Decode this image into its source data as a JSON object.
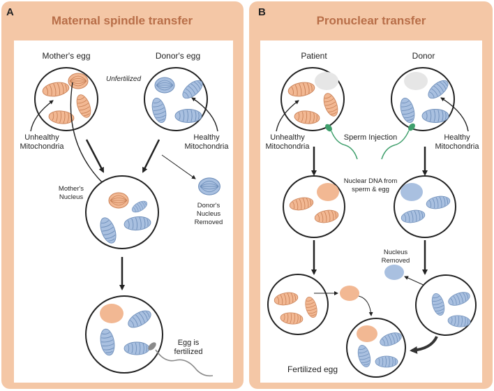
{
  "colors": {
    "panel_bg": "#f4c7a6",
    "panel_title": "#b86e48",
    "inner_bg": "#ffffff",
    "maternal_fill": "#f2b893",
    "maternal_stroke": "#c98056",
    "donor_fill": "#a9c0e0",
    "donor_stroke": "#6f8fba",
    "empty_nucleus": "#e6e6e6",
    "sperm_green": "#3f9f6c",
    "sperm_gray": "#8a8a8a",
    "cell_border": "#222222"
  },
  "panel_a": {
    "letter": "A",
    "title": "Maternal spindle transfer",
    "mothers_egg": "Mother's egg",
    "donors_egg": "Donor's egg",
    "unfertilized": "Unfertilized",
    "unhealthy_1": "Unhealthy",
    "unhealthy_2": "Mitochondria",
    "healthy_1": "Healthy",
    "healthy_2": "Mitochondria",
    "mothers_nucleus_1": "Mother's",
    "mothers_nucleus_2": "Nucleus",
    "donor_removed_1": "Donor's",
    "donor_removed_2": "Nucleus",
    "donor_removed_3": "Removed",
    "fertilized_1": "Egg is",
    "fertilized_2": "fertilized"
  },
  "panel_b": {
    "letter": "B",
    "title": "Pronuclear transfer",
    "patient": "Patient",
    "donor": "Donor",
    "unhealthy_1": "Unhealthy",
    "unhealthy_2": "Mitochondria",
    "healthy_1": "Healthy",
    "healthy_2": "Mitochondria",
    "sperm_injection": "Sperm Injection",
    "nuclear_dna_1": "Nuclear DNA from",
    "nuclear_dna_2": "sperm & egg",
    "nucleus_removed_1": "Nucleus",
    "nucleus_removed_2": "Removed",
    "fertilized_egg": "Fertilized egg"
  }
}
